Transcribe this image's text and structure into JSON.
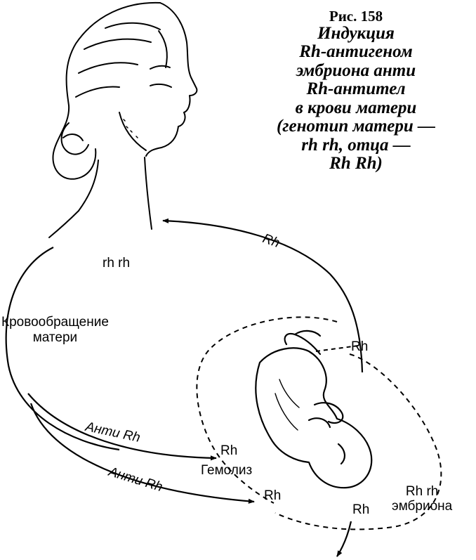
{
  "figure": {
    "number": "Рис. 158",
    "caption_lines": [
      "Индукция",
      "Rh-антигеном",
      "эмбриона анти",
      "Rh-антител",
      "в крови матери",
      "(генотип матери —",
      "rh rh, отца —",
      "Rh Rh)"
    ]
  },
  "labels": {
    "mother_genotype": "rh rh",
    "mother_circulation": [
      "Кровообращение",
      "матери"
    ],
    "arrow_rh_top": "Rh",
    "rh_at_embryo": "Rh",
    "anti_rh_1": "Анти Rh",
    "anti_rh_2": "Анти Rh",
    "rh_target_1": "Rh",
    "hemolysis": "Гемолиз",
    "rh_target_2": "Rh",
    "rh_bottom": "Rh",
    "embryo_genotype": [
      "Rh rh",
      "эмбриона"
    ]
  },
  "colors": {
    "ink": "#000000",
    "paper": "#ffffff"
  },
  "icons": {
    "woman": "woman-portrait-drawing",
    "embryo": "embryo-drawing"
  }
}
